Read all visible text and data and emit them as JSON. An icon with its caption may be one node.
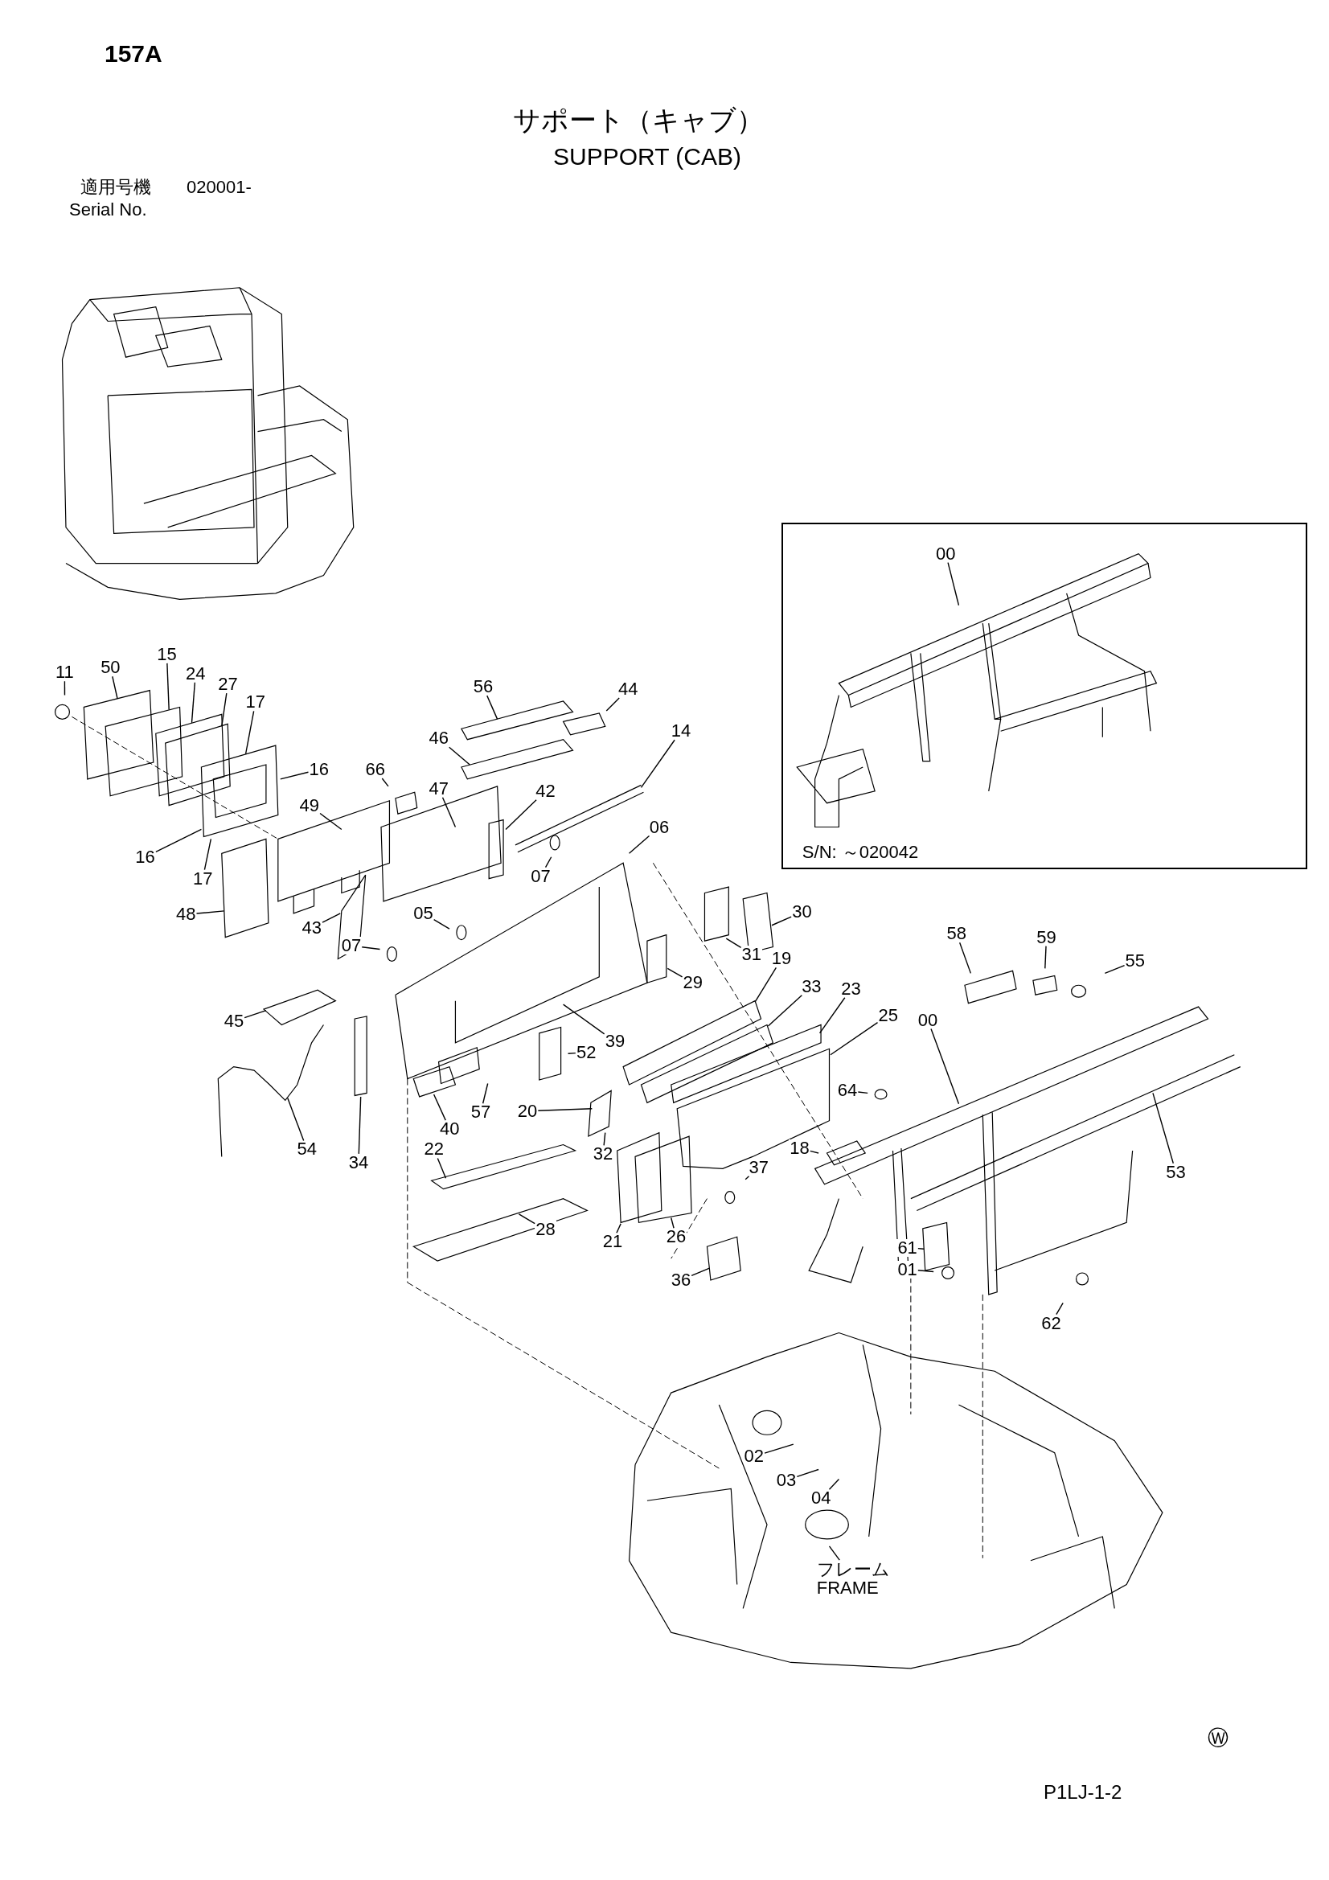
{
  "diagram": {
    "title": "サポート（キャブ）",
    "nodes": [
      {
        "text": [
          "S/N: ～020042"
        ]
      },
      {
        "text": [
          "00"
        ],
        "in": 0
      },
      {
        "text": [
          "11"
        ]
      },
      {
        "text": [
          "50"
        ]
      },
      {
        "text": [
          "15"
        ]
      },
      {
        "text": [
          "24"
        ]
      },
      {
        "text": [
          "27"
        ]
      },
      {
        "text": [
          "17"
        ]
      },
      {
        "text": [
          "16"
        ]
      },
      {
        "text": [
          "16"
        ]
      },
      {
        "text": [
          "17"
        ]
      },
      {
        "text": [
          "56"
        ]
      },
      {
        "text": [
          "44"
        ]
      },
      {
        "text": [
          "46"
        ]
      },
      {
        "text": [
          "66"
        ]
      },
      {
        "text": [
          "49"
        ]
      },
      {
        "text": [
          "47"
        ]
      },
      {
        "text": [
          "42"
        ]
      },
      {
        "text": [
          "14"
        ]
      },
      {
        "text": [
          "06"
        ]
      },
      {
        "text": [
          "48"
        ]
      },
      {
        "text": [
          "43"
        ]
      },
      {
        "text": [
          "07"
        ]
      },
      {
        "text": [
          "05"
        ]
      },
      {
        "text": [
          "07"
        ]
      },
      {
        "text": [
          "30"
        ]
      },
      {
        "text": [
          "31"
        ]
      },
      {
        "text": [
          "29"
        ]
      },
      {
        "text": [
          "45"
        ]
      },
      {
        "text": [
          "19"
        ]
      },
      {
        "text": [
          "33"
        ]
      },
      {
        "text": [
          "23"
        ]
      },
      {
        "text": [
          "25"
        ]
      },
      {
        "text": [
          "39"
        ]
      },
      {
        "text": [
          "52"
        ]
      },
      {
        "text": [
          "58"
        ]
      },
      {
        "text": [
          "59"
        ]
      },
      {
        "text": [
          "55"
        ]
      },
      {
        "text": [
          "00"
        ]
      },
      {
        "text": [
          "64"
        ]
      },
      {
        "text": [
          "53"
        ]
      },
      {
        "text": [
          "57"
        ]
      },
      {
        "text": [
          "40"
        ]
      },
      {
        "text": [
          "20"
        ]
      },
      {
        "text": [
          "32"
        ]
      },
      {
        "text": [
          "54"
        ]
      },
      {
        "text": [
          "34"
        ]
      },
      {
        "text": [
          "22"
        ]
      },
      {
        "text": [
          "18"
        ]
      },
      {
        "text": [
          "37"
        ]
      },
      {
        "text": [
          "28"
        ]
      },
      {
        "text": [
          "21"
        ]
      },
      {
        "text": [
          "26"
        ]
      },
      {
        "text": [
          "36"
        ]
      },
      {
        "text": [
          "61"
        ]
      },
      {
        "text": [
          "01"
        ]
      },
      {
        "text": [
          "62"
        ]
      },
      {
        "text": [
          "02"
        ]
      },
      {
        "text": [
          "03"
        ]
      },
      {
        "text": [
          "04"
        ]
      },
      {
        "text": [
          "フレーム",
          "FRAME"
        ]
      }
    ],
    "edges": [
      {
        "from": 1,
        "to": null,
        "arrow": "none"
      },
      {
        "from": 2,
        "to": null,
        "arrow": "none"
      },
      {
        "from": 3,
        "to": null,
        "arrow": "none"
      },
      {
        "from": 4,
        "to": null,
        "arrow": "none"
      },
      {
        "from": 5,
        "to": null,
        "arrow": "none"
      },
      {
        "from": 6,
        "to": null,
        "arrow": "none"
      },
      {
        "from": 7,
        "to": null,
        "arrow": "none"
      },
      {
        "from": 8,
        "to": null,
        "arrow": "none"
      },
      {
        "from": 9,
        "to": null,
        "arrow": "none"
      },
      {
        "from": 10,
        "to": null,
        "arrow": "none"
      },
      {
        "from": 11,
        "to": null,
        "arrow": "none"
      },
      {
        "from": 12,
        "to": null,
        "arrow": "none"
      },
      {
        "from": 13,
        "to": null,
        "arrow": "none"
      },
      {
        "from": 14,
        "to": null,
        "arrow": "none"
      },
      {
        "from": 15,
        "to": null,
        "arrow": "none"
      },
      {
        "from": 16,
        "to": null,
        "arrow": "none"
      },
      {
        "from": 17,
        "to": null,
        "arrow": "none"
      },
      {
        "from": 18,
        "to": null,
        "arrow": "none"
      },
      {
        "from": 19,
        "to": null,
        "arrow": "none"
      },
      {
        "from": 20,
        "to": null,
        "arrow": "none"
      },
      {
        "from": 21,
        "to": null,
        "arrow": "none"
      },
      {
        "from": 22,
        "to": null,
        "arrow": "none"
      },
      {
        "from": 23,
        "to": null,
        "arrow": "none"
      },
      {
        "from": 24,
        "to": null,
        "arrow": "none"
      },
      {
        "from": 25,
        "to": null,
        "arrow": "none"
      },
      {
        "from": 26,
        "to": null,
        "arrow": "none"
      },
      {
        "from": 27,
        "to": null,
        "arrow": "none"
      },
      {
        "from": 28,
        "to": null,
        "arrow": "none"
      },
      {
        "from": 29,
        "to": null,
        "arrow": "none"
      },
      {
        "from": 30,
        "to": null,
        "arrow": "none"
      },
      {
        "from": 31,
        "to": null,
        "arrow": "none"
      },
      {
        "from": 32,
        "to": null,
        "arrow": "none"
      },
      {
        "from": 33,
        "to": null,
        "arrow": "none"
      },
      {
        "from": 34,
        "to": null,
        "arrow": "none"
      },
      {
        "from": 35,
        "to": null,
        "arrow": "none"
      },
      {
        "from": 36,
        "to": null,
        "arrow": "none"
      },
      {
        "from": 37,
        "to": null,
        "arrow": "none"
      },
      {
        "from": 38,
        "to": null,
        "arrow": "none"
      },
      {
        "from": 39,
        "to": null,
        "arrow": "none"
      },
      {
        "from": 40,
        "to": null,
        "arrow": "none"
      },
      {
        "from": 41,
        "to": null,
        "arrow": "none"
      },
      {
        "from": 42,
        "to": null,
        "arrow": "none"
      },
      {
        "from": 43,
        "to": null,
        "arrow": "none"
      },
      {
        "from": 44,
        "to": null,
        "arrow": "none"
      },
      {
        "from": 45,
        "to": null,
        "arrow": "none"
      },
      {
        "from": 46,
        "to": null,
        "arrow": "none"
      },
      {
        "from": 47,
        "to": null,
        "arrow": "none"
      },
      {
        "from": 48,
        "to": null,
        "arrow": "none"
      },
      {
        "from": 49,
        "to": null,
        "arrow": "none"
      },
      {
        "from": 50,
        "to": null,
        "arrow": "none"
      },
      {
        "from": 51,
        "to": null,
        "arrow": "none"
      },
      {
        "from": 52,
        "to": null,
        "arrow": "none"
      },
      {
        "from": 53,
        "to": null,
        "arrow": "none"
      },
      {
        "from": 54,
        "to": null,
        "arrow": "none"
      },
      {
        "from": 55,
        "to": null,
        "arrow": "none"
      },
      {
        "from": 56,
        "to": null,
        "arrow": "none"
      },
      {
        "from": 57,
        "to": null,
        "arrow": "none"
      },
      {
        "from": 58,
        "to": null,
        "arrow": "none"
      },
      {
        "from": 59,
        "to": null,
        "arrow": "none"
      },
      {
        "from": 60,
        "to": null,
        "arrow": "none"
      }
    ],
    "labels": [
      "157A",
      "SUPPORT (CAB)",
      "適用号機",
      "020001-",
      "Serial No.",
      "Ⓦ",
      "P1LJ-1-2"
    ]
  }
}
